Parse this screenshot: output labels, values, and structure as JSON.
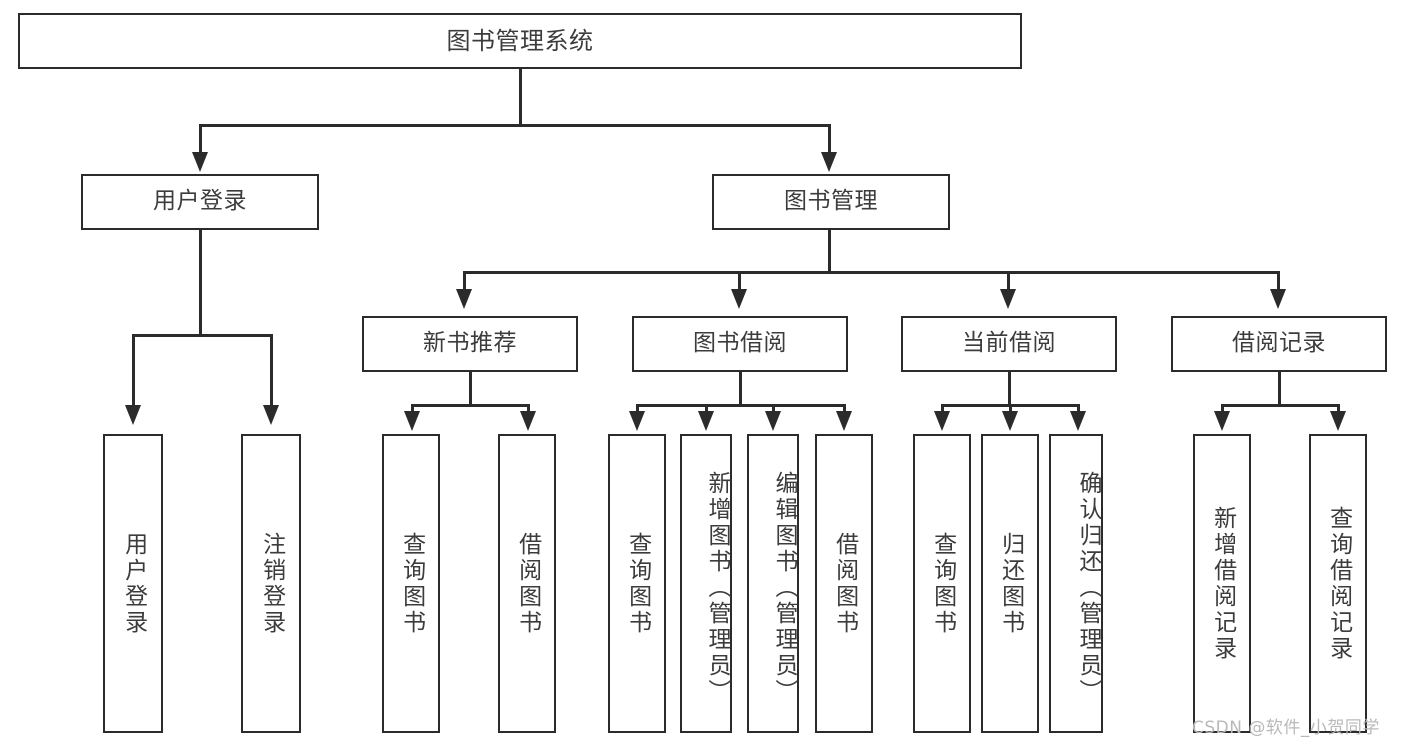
{
  "diagram": {
    "type": "tree-hierarchy-chart",
    "title": "图书管理系统",
    "accent_color": "#2b2b2b",
    "text_color": "#3c3c3c",
    "background_color": "#ffffff",
    "root": {
      "label": "图书管理系统"
    },
    "level2": [
      {
        "label": "用户登录"
      },
      {
        "label": "图书管理"
      }
    ],
    "level3": [
      {
        "label": "新书推荐"
      },
      {
        "label": "图书借阅"
      },
      {
        "label": "当前借阅"
      },
      {
        "label": "借阅记录"
      }
    ],
    "leaves": {
      "user_login": [
        {
          "label": "用户登录"
        },
        {
          "label": "注销登录"
        }
      ],
      "new_book_recommend": [
        {
          "label": "查询图书"
        },
        {
          "label": "借阅图书"
        }
      ],
      "book_borrow": [
        {
          "label": "查询图书"
        },
        {
          "label": "新增图书（管理员）"
        },
        {
          "label": "编辑图书（管理员）"
        },
        {
          "label": "借阅图书"
        }
      ],
      "current_borrow": [
        {
          "label": "查询图书"
        },
        {
          "label": "归还图书"
        },
        {
          "label": "确认归还（管理员）"
        }
      ],
      "borrow_record": [
        {
          "label": "新增借阅记录"
        },
        {
          "label": "查询借阅记录"
        }
      ]
    }
  },
  "watermark": {
    "text": "CSDN @软件_小贺同学"
  }
}
